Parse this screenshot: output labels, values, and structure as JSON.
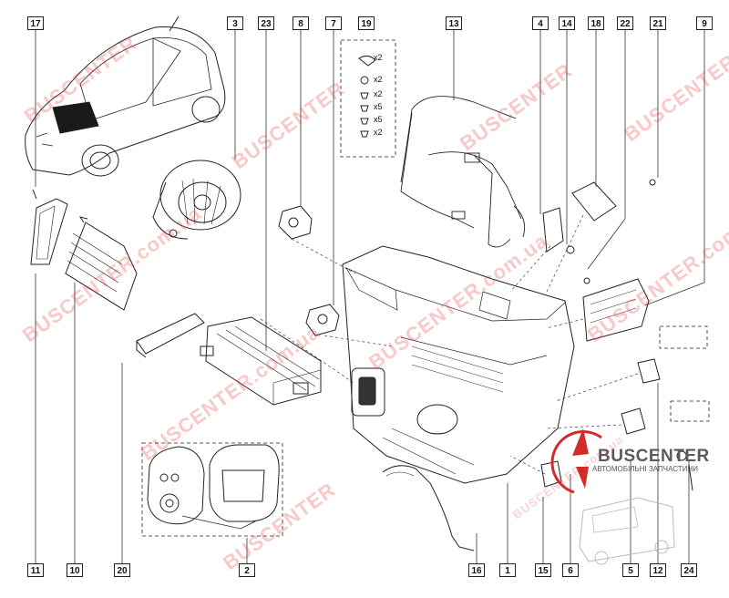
{
  "callouts": {
    "c17": "17",
    "c3": "3",
    "c23": "23",
    "c8": "8",
    "c7": "7",
    "c19": "19",
    "c13": "13",
    "c4": "4",
    "c14": "14",
    "c18": "18",
    "c22": "22",
    "c21": "21",
    "c9": "9",
    "c11": "11",
    "c10": "10",
    "c20": "20",
    "c2": "2",
    "c16": "16",
    "c1": "1",
    "c15": "15",
    "c6": "6",
    "c5": "5",
    "c12": "12",
    "c24": "24"
  },
  "fastener_quantities": [
    "x2",
    "x2",
    "x2",
    "x5",
    "x5",
    "x2"
  ],
  "watermark": {
    "brand": "BUSCENTER",
    "domain": "BUSCENTER.com.ua"
  },
  "logo": {
    "name": "BUSCENTER",
    "tagline": "АВТОМОБІЛЬНІ ЗАПЧАСТИНИ",
    "accent_color": "#d42a2a"
  },
  "colors": {
    "line": "#222222",
    "watermark": "#e23c3c"
  }
}
